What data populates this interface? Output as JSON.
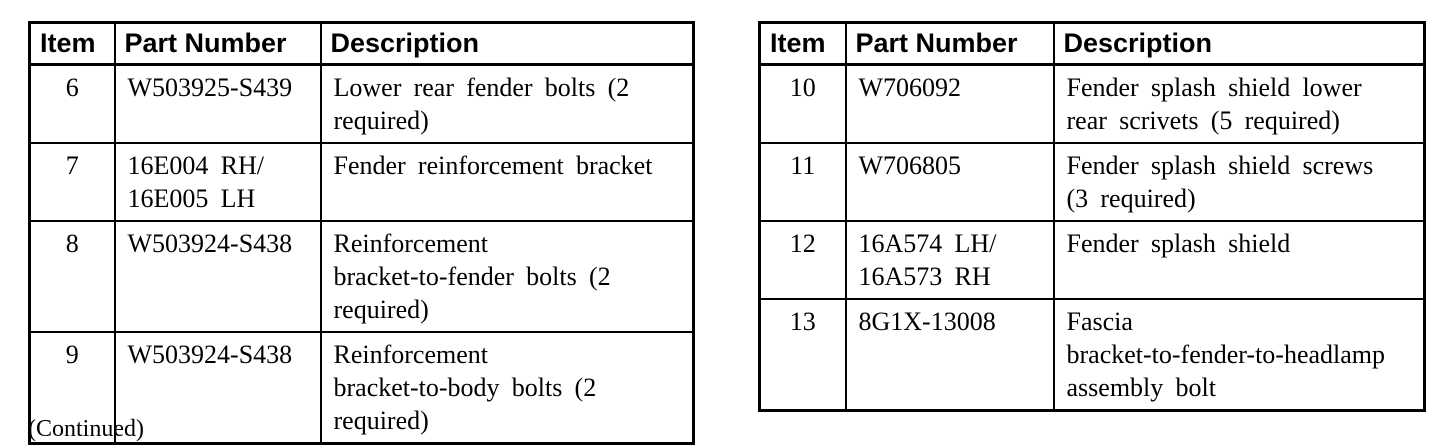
{
  "colors": {
    "background": "#ffffff",
    "text": "#000000",
    "border": "#000000"
  },
  "left_table": {
    "headers": {
      "item": "Item",
      "part_number": "Part Number",
      "description": "Description"
    },
    "rows": [
      {
        "item": "6",
        "part_number": "W503925-S439",
        "description": "Lower rear fender bolts (2\nrequired)"
      },
      {
        "item": "7",
        "part_number": "16E004 RH/\n16E005 LH",
        "description": "Fender reinforcement bracket"
      },
      {
        "item": "8",
        "part_number": "W503924-S438",
        "description": "Reinforcement\nbracket-to-fender bolts (2\nrequired)"
      },
      {
        "item": "9",
        "part_number": "W503924-S438",
        "description": "Reinforcement\nbracket-to-body bolts (2\nrequired)"
      }
    ],
    "continued_note": "(Continued)"
  },
  "right_table": {
    "headers": {
      "item": "Item",
      "part_number": "Part Number",
      "description": "Description"
    },
    "rows": [
      {
        "item": "10",
        "part_number": "W706092",
        "description": "Fender splash shield lower\nrear scrivets (5 required)"
      },
      {
        "item": "11",
        "part_number": "W706805",
        "description": "Fender splash shield screws\n(3 required)"
      },
      {
        "item": "12",
        "part_number": "16A574 LH/\n16A573 RH",
        "description": "Fender splash shield"
      },
      {
        "item": "13",
        "part_number": "8G1X-13008",
        "description": "Fascia\nbracket-to-fender-to-headlamp\nassembly bolt"
      }
    ]
  }
}
